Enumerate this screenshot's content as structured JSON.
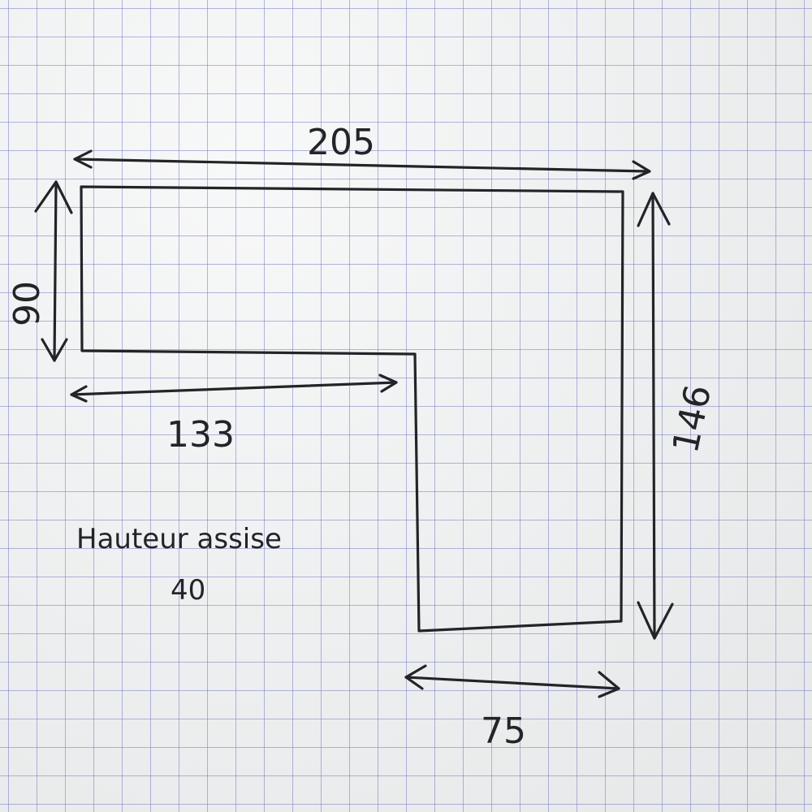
{
  "sheet": {
    "paper": "squared-grid",
    "ink_color": "#222428",
    "grid_color": "#7f84c4"
  },
  "dimensions": {
    "top_width": "205",
    "left_depth": "90",
    "inner_length": "133",
    "right_length": "146",
    "bottom_width": "75"
  },
  "note": {
    "label": "Hauteur assise",
    "value": "40"
  }
}
